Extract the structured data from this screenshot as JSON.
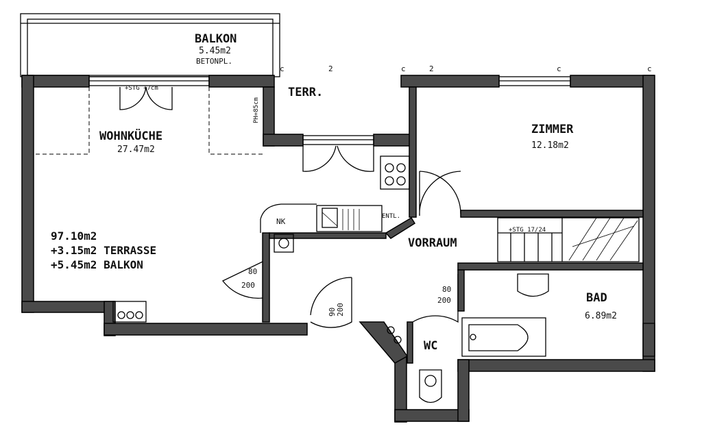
{
  "rooms": {
    "balkon": {
      "name": "BALKON",
      "area": "5.45m2",
      "note": "BETONPL."
    },
    "terrasse": {
      "name": "TERR."
    },
    "wohnkueche": {
      "name": "WOHNKÜCHE",
      "area": "27.47m2"
    },
    "zimmer": {
      "name": "ZIMMER",
      "area": "12.18m2"
    },
    "vorraum": {
      "name": "VORRAUM"
    },
    "bad": {
      "name": "BAD",
      "area": "6.89m2"
    },
    "wc": {
      "name": "WC"
    }
  },
  "totals": {
    "living": "97.10m2",
    "terrace": "+3.15m2 TERRASSE",
    "balcony": "+5.45m2 BALKON"
  },
  "annotations": {
    "window_kitchen": "+STG +7cm",
    "parapet": "PH=85cm",
    "nk": "NK",
    "entl": "ENTL.",
    "window_stair": "+STG 17/24",
    "door_80": "80",
    "door_200": "200",
    "door_90": "90",
    "grid_c": "c",
    "grid_2": "2"
  }
}
